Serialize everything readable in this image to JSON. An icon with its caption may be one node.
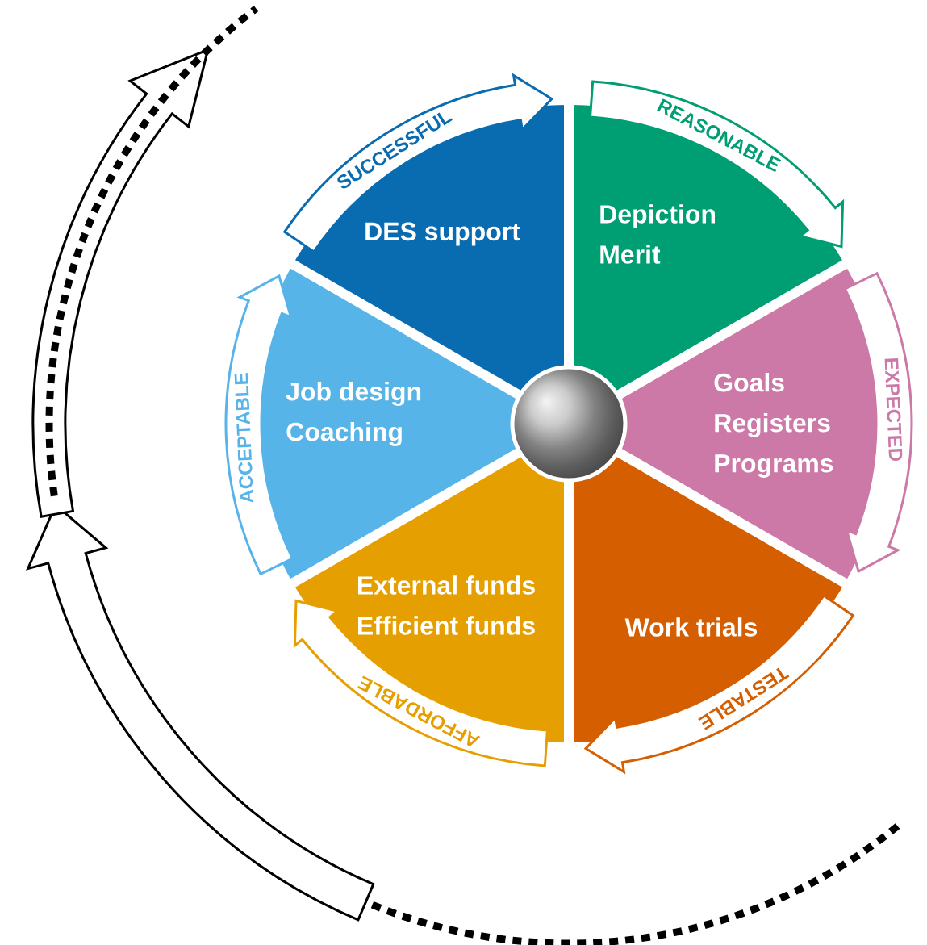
{
  "diagram": {
    "nodes": [
      {
        "text": [
          "DES support"
        ]
      },
      {
        "text": [
          "Depiction",
          "Merit"
        ]
      },
      {
        "text": [
          "Goals",
          "Registers",
          "Programs"
        ]
      },
      {
        "text": [
          "Work trials"
        ]
      },
      {
        "text": [
          "External funds",
          "Efficient funds"
        ]
      },
      {
        "text": [
          "Job design",
          "Coaching"
        ]
      },
      {
        "text": [
          "SUCCESSFUL"
        ]
      },
      {
        "text": [
          "REASONABLE"
        ]
      },
      {
        "text": [
          "EXPECTED"
        ]
      },
      {
        "text": [
          "TESTABLE"
        ]
      },
      {
        "text": [
          "AFFORDABLE"
        ]
      },
      {
        "text": [
          "ACCEPTABLE"
        ]
      },
      {
        "text": [],
        "shape": "circle"
      }
    ]
  }
}
